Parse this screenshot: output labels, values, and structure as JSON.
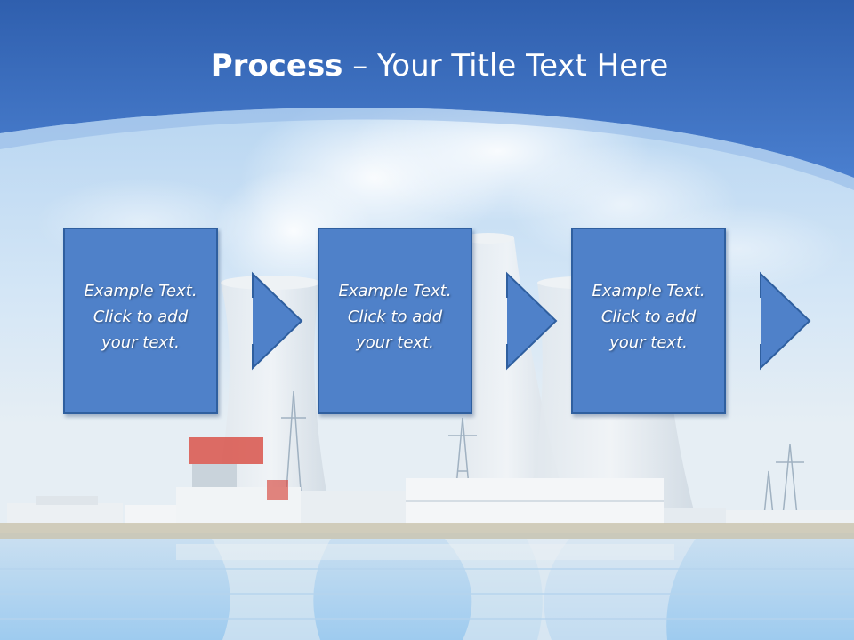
{
  "slide": {
    "title_bold": "Process",
    "title_rest": " – Your Title Text Here",
    "steps": [
      {
        "text": "Example Text.\nClick  to add\nyour text."
      },
      {
        "text": "Example Text.\nClick  to add\nyour text."
      },
      {
        "text": "Example Text.\nClick  to add\nyour text."
      }
    ]
  },
  "colors": {
    "header_blue": "#3b6fbf",
    "box_fill": "#4f81c9",
    "box_border": "#2f5f9f"
  }
}
